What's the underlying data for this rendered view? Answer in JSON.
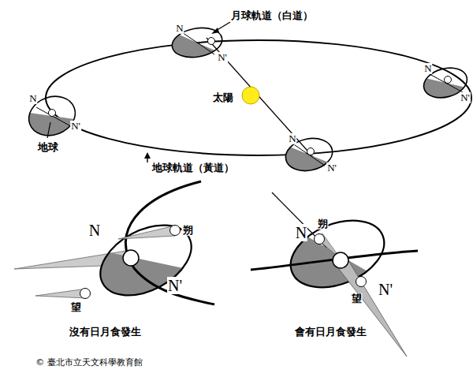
{
  "diagram": {
    "labels": [
      "N",
      "N'",
      "N",
      "N'",
      "N",
      "N'",
      "N",
      "N'",
      "月球軌道（白道）",
      "太陽",
      "地球",
      "地球軌道（黃道）",
      "N",
      "N'",
      "朔",
      "望",
      "沒有日月食發生",
      "N",
      "朔",
      "望",
      "N'",
      "會有日月食發生",
      "© 臺北市立天文科學教育館"
    ]
  }
}
